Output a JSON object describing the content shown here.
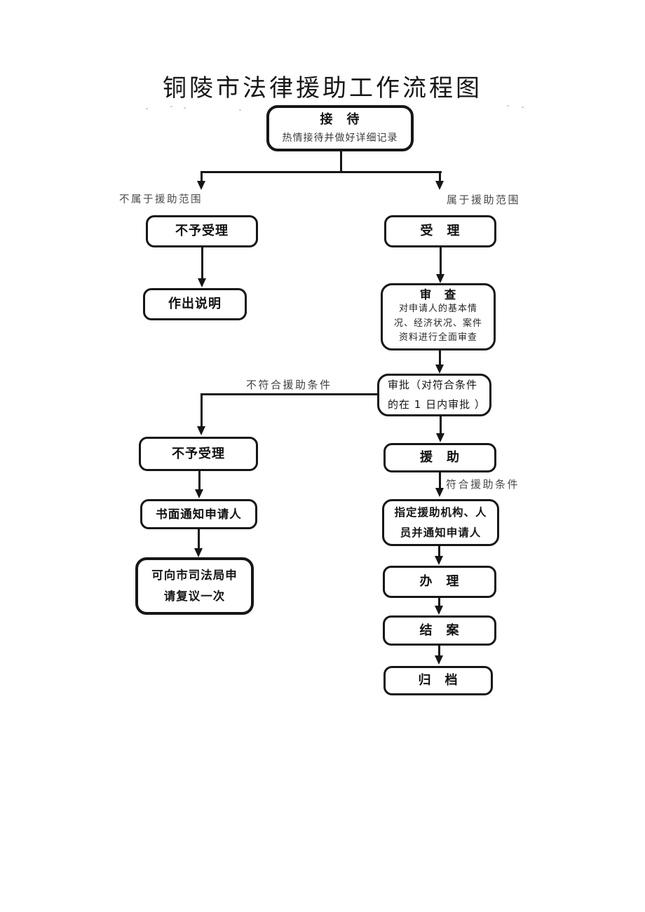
{
  "page": {
    "title": "铜陵市法律援助工作流程图"
  },
  "colors": {
    "ink": "#161616",
    "muted_text": "#4a4a4a",
    "background": "#ffffff"
  },
  "nodes": {
    "reception": {
      "title": "接　待",
      "subtitle": "热情接待并做好详细记录"
    },
    "not_accept_1": {
      "title": "不予受理"
    },
    "accept": {
      "title": "受　理"
    },
    "explain": {
      "title": "作出说明"
    },
    "review": {
      "title": "审　查",
      "lines": [
        "对申请人的基本情",
        "况、经济状况、案件",
        "资料进行全面审查"
      ]
    },
    "approval": {
      "lines": [
        "审批（对符合条件",
        "的在 1 日内审批 ）"
      ]
    },
    "not_accept_2": {
      "title": "不予受理"
    },
    "written_notice": {
      "title": "书面通知申请人"
    },
    "reconsideration": {
      "lines": [
        "可向市司法局申",
        "请复议一次"
      ]
    },
    "aid": {
      "title": "援　助"
    },
    "assign": {
      "lines": [
        "指定援助机构、人",
        "员并通知申请人"
      ]
    },
    "handle": {
      "title": "办　理"
    },
    "close_case": {
      "title": "结　案"
    },
    "archive": {
      "title": "归　档"
    }
  },
  "edge_labels": {
    "not_in_scope": "不属于援助范围",
    "in_scope": "属于援助范围",
    "not_qualified": "不符合援助条件",
    "qualified": "符合援助条件"
  }
}
